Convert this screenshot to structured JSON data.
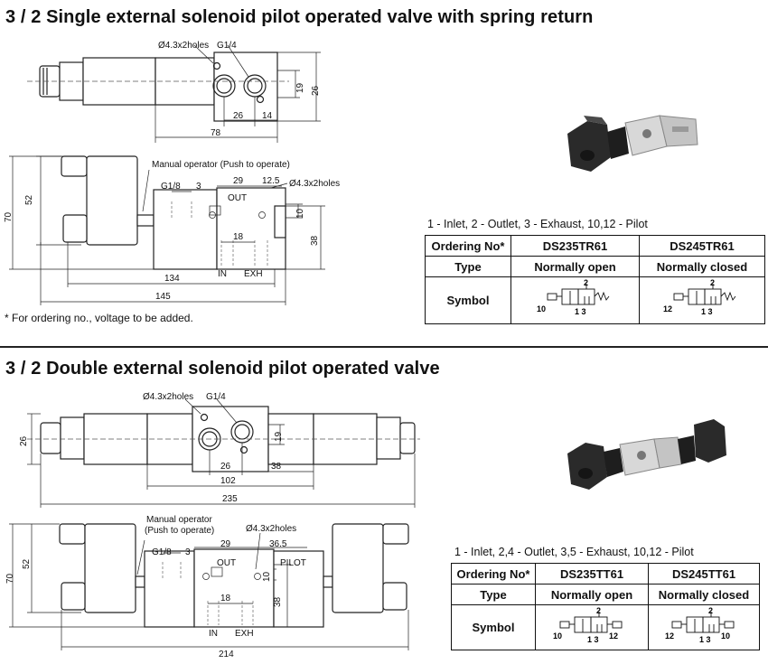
{
  "section1": {
    "title": "3 / 2 Single external solenoid pilot operated valve with spring return",
    "top_view": {
      "holes_label": "Ø4.3x2holes",
      "port_label": "G1/4",
      "dim_19": "19",
      "dim_26": "26",
      "dim_26b": "26",
      "dim_14": "14",
      "dim_78": "78"
    },
    "side_view": {
      "manual_operator": "Manual operator (Push to operate)",
      "g18": "G1/8",
      "dim_3": "3",
      "dim_29": "29",
      "dim_12_5": "12.5",
      "holes_label": "Ø4.3x2holes",
      "out_label": "OUT",
      "dim_10": "10",
      "dim_18": "18",
      "dim_38": "38",
      "in_label": "IN",
      "exh_label": "EXH",
      "dim_70": "70",
      "dim_52": "52",
      "dim_134": "134",
      "dim_145": "145"
    },
    "footnote": "* For ordering no., voltage to be added.",
    "ports_note": "1 - Inlet,  2 - Outlet,  3 - Exhaust,  10,12 - Pilot",
    "table": {
      "header": [
        "Ordering No*",
        "DS235TR61",
        "DS245TR61"
      ],
      "type_row": [
        "Type",
        "Normally open",
        "Normally closed"
      ],
      "symbol_label": "Symbol",
      "sym_a": {
        "top": "2",
        "left": "10",
        "bottom": "1 3"
      },
      "sym_b": {
        "top": "2",
        "left": "12",
        "bottom": "1 3"
      }
    }
  },
  "section2": {
    "title": "3 / 2 Double external solenoid pilot operated valve",
    "top_view": {
      "holes_label": "Ø4.3x2holes",
      "port_label": "G1/4",
      "dim_26": "26",
      "dim_19": "19",
      "dim_26b": "26",
      "dim_38": "38",
      "dim_102": "102",
      "dim_235": "235"
    },
    "side_view": {
      "manual_operator_1": "Manual operator",
      "manual_operator_2": "(Push to operate)",
      "holes_label": "Ø4.3x2holes",
      "g18": "G1/8",
      "dim_3": "3",
      "dim_29": "29",
      "dim_36_5": "36.5",
      "out_label": "OUT",
      "pilot_label": "PILOT",
      "dim_10": "10",
      "dim_18": "18",
      "dim_38": "38",
      "in_label": "IN",
      "exh_label": "EXH",
      "dim_70": "70",
      "dim_52": "52",
      "dim_214": "214"
    },
    "ports_note": "1 - Inlet,  2,4 - Outlet,  3,5 - Exhaust,  10,12 - Pilot",
    "table": {
      "header": [
        "Ordering No*",
        "DS235TT61",
        "DS245TT61"
      ],
      "type_row": [
        "Type",
        "Normally open",
        "Normally closed"
      ],
      "symbol_label": "Symbol",
      "sym_a": {
        "top": "2",
        "left": "10",
        "right": "12",
        "bottom": "1 3"
      },
      "sym_b": {
        "top": "2",
        "left": "12",
        "right": "10",
        "bottom": "1 3"
      }
    }
  }
}
